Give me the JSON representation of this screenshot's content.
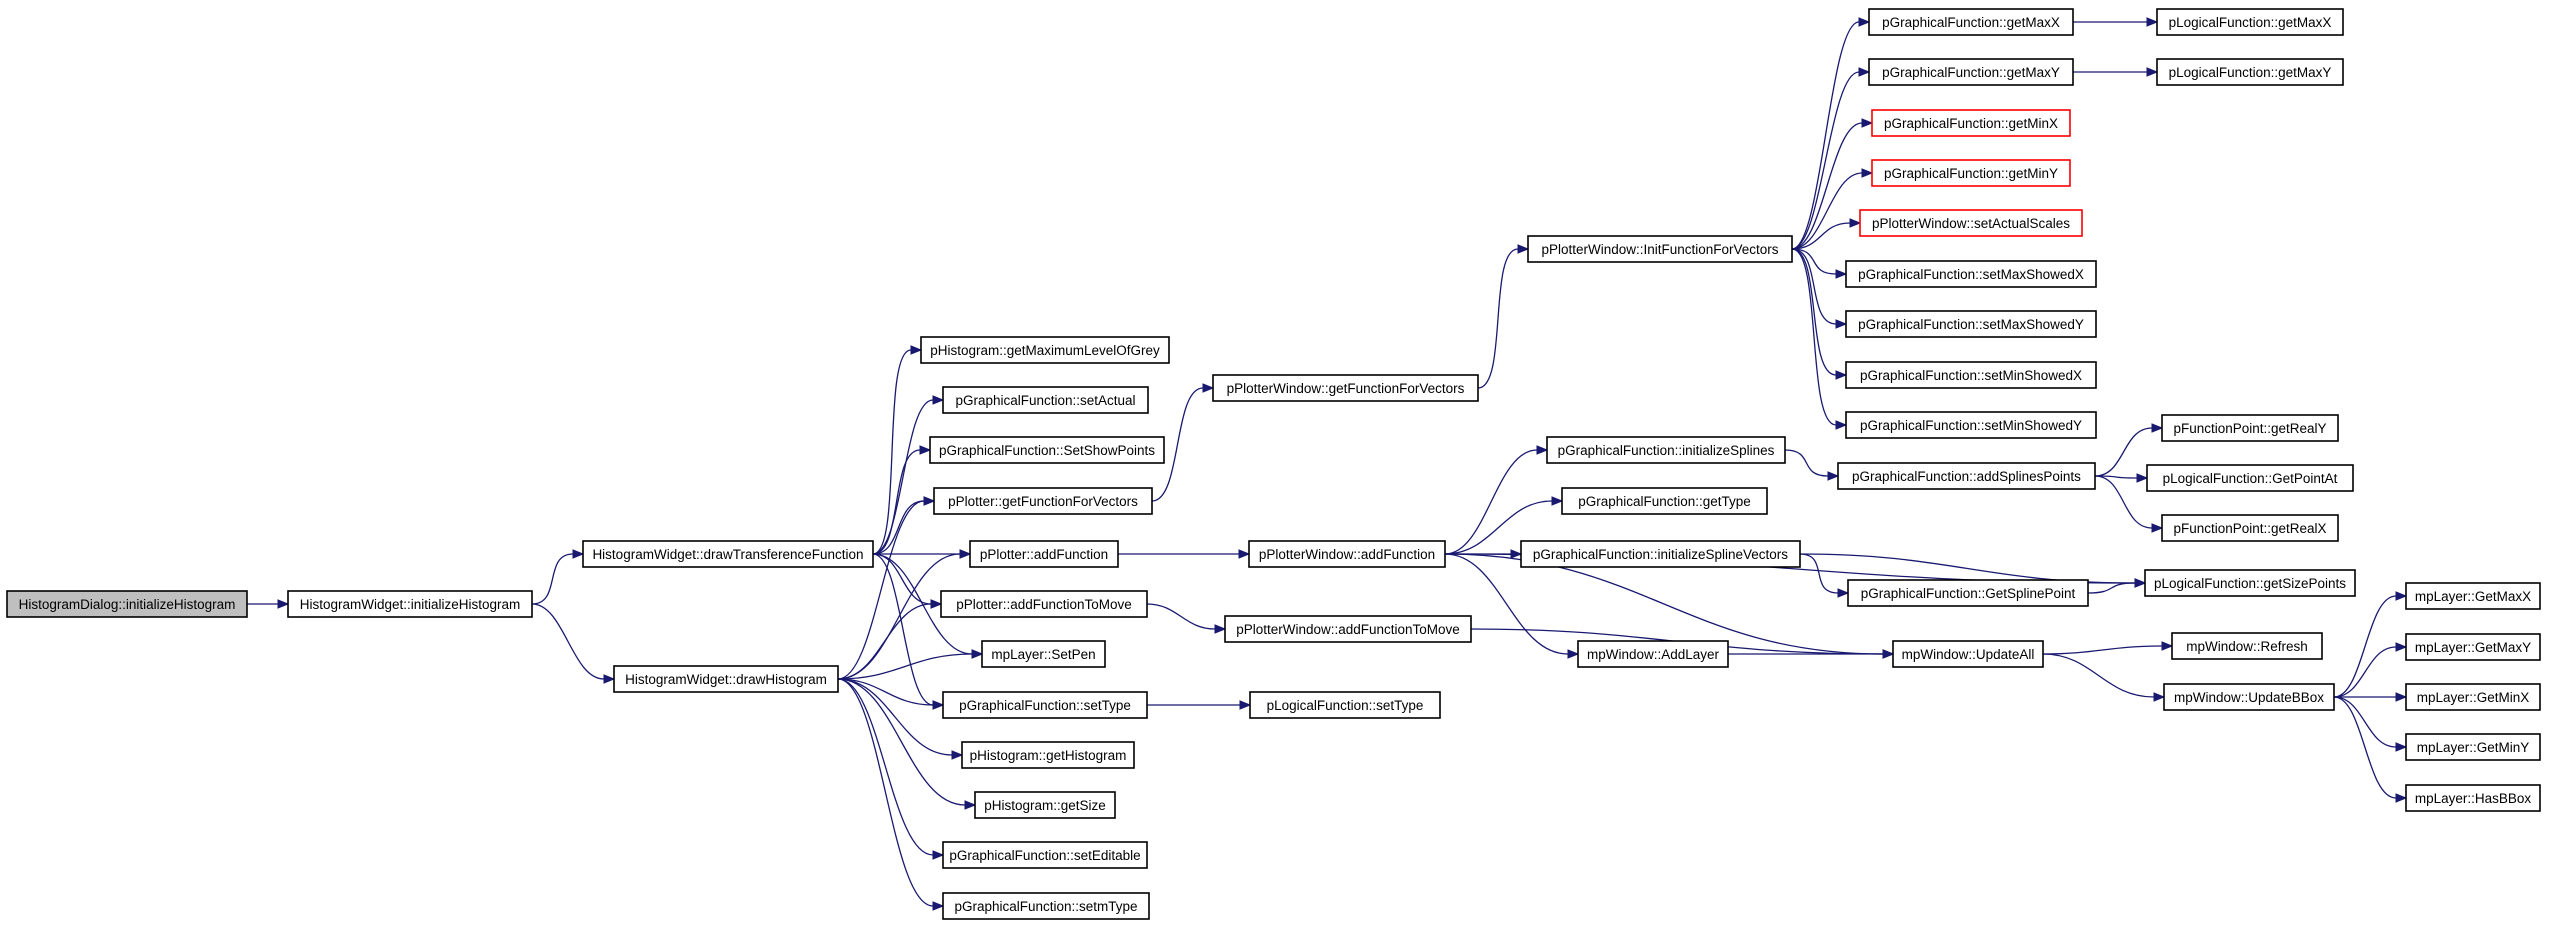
{
  "colors": {
    "edge": "#191970",
    "node_border": "#000000",
    "truncated_border": "#ff0000",
    "root_fill": "#bfbfbf",
    "node_fill": "#ffffff"
  },
  "nodes": [
    {
      "id": "n0",
      "label": "HistogramDialog::initializeHistogram",
      "style": "root"
    },
    {
      "id": "n1",
      "label": "HistogramWidget::initializeHistogram"
    },
    {
      "id": "n2",
      "label": "HistogramWidget::drawTransferenceFunction"
    },
    {
      "id": "n3",
      "label": "HistogramWidget::drawHistogram"
    },
    {
      "id": "n4",
      "label": "pHistogram::getMaximumLevelOfGrey"
    },
    {
      "id": "n5",
      "label": "pGraphicalFunction::setActual"
    },
    {
      "id": "n6",
      "label": "pGraphicalFunction::SetShowPoints"
    },
    {
      "id": "n7",
      "label": "pPlotter::getFunctionForVectors"
    },
    {
      "id": "n8",
      "label": "pPlotter::addFunction"
    },
    {
      "id": "n9",
      "label": "pPlotter::addFunctionToMove"
    },
    {
      "id": "n10",
      "label": "mpLayer::SetPen"
    },
    {
      "id": "n11",
      "label": "pGraphicalFunction::setType"
    },
    {
      "id": "n12",
      "label": "pHistogram::getHistogram"
    },
    {
      "id": "n13",
      "label": "pHistogram::getSize"
    },
    {
      "id": "n14",
      "label": "pGraphicalFunction::setEditable"
    },
    {
      "id": "n15",
      "label": "pGraphicalFunction::setmType"
    },
    {
      "id": "n16",
      "label": "pPlotterWindow::getFunctionForVectors"
    },
    {
      "id": "n17",
      "label": "pPlotterWindow::addFunction"
    },
    {
      "id": "n18",
      "label": "pPlotterWindow::addFunctionToMove"
    },
    {
      "id": "n19",
      "label": "pLogicalFunction::setType"
    },
    {
      "id": "n20",
      "label": "pPlotterWindow::InitFunctionForVectors"
    },
    {
      "id": "n21",
      "label": "pGraphicalFunction::initializeSplines"
    },
    {
      "id": "n22",
      "label": "pGraphicalFunction::getType"
    },
    {
      "id": "n23",
      "label": "pGraphicalFunction::initializeSplineVectors"
    },
    {
      "id": "n24",
      "label": "mpWindow::AddLayer"
    },
    {
      "id": "n25",
      "label": "pGraphicalFunction::getMaxX"
    },
    {
      "id": "n26",
      "label": "pGraphicalFunction::getMaxY"
    },
    {
      "id": "n27",
      "label": "pGraphicalFunction::getMinX",
      "style": "truncated"
    },
    {
      "id": "n28",
      "label": "pGraphicalFunction::getMinY",
      "style": "truncated"
    },
    {
      "id": "n29",
      "label": "pPlotterWindow::setActualScales",
      "style": "truncated"
    },
    {
      "id": "n30",
      "label": "pGraphicalFunction::setMaxShowedX"
    },
    {
      "id": "n31",
      "label": "pGraphicalFunction::setMaxShowedY"
    },
    {
      "id": "n32",
      "label": "pGraphicalFunction::setMinShowedX"
    },
    {
      "id": "n33",
      "label": "pGraphicalFunction::setMinShowedY"
    },
    {
      "id": "n34",
      "label": "pGraphicalFunction::addSplinesPoints"
    },
    {
      "id": "n35",
      "label": "pGraphicalFunction::GetSplinePoint"
    },
    {
      "id": "n36",
      "label": "mpWindow::UpdateAll"
    },
    {
      "id": "n37",
      "label": "pLogicalFunction::getMaxX"
    },
    {
      "id": "n38",
      "label": "pLogicalFunction::getMaxY"
    },
    {
      "id": "n39",
      "label": "pFunctionPoint::getRealY"
    },
    {
      "id": "n40",
      "label": "pLogicalFunction::GetPointAt"
    },
    {
      "id": "n41",
      "label": "pFunctionPoint::getRealX"
    },
    {
      "id": "n42",
      "label": "pLogicalFunction::getSizePoints"
    },
    {
      "id": "n43",
      "label": "mpWindow::Refresh"
    },
    {
      "id": "n44",
      "label": "mpWindow::UpdateBBox"
    },
    {
      "id": "n45",
      "label": "mpLayer::GetMaxX"
    },
    {
      "id": "n46",
      "label": "mpLayer::GetMaxY"
    },
    {
      "id": "n47",
      "label": "mpLayer::GetMinX"
    },
    {
      "id": "n48",
      "label": "mpLayer::GetMinY"
    },
    {
      "id": "n49",
      "label": "mpLayer::HasBBox"
    }
  ],
  "edges": [
    [
      "n0",
      "n1"
    ],
    [
      "n1",
      "n2"
    ],
    [
      "n1",
      "n3"
    ],
    [
      "n2",
      "n4"
    ],
    [
      "n2",
      "n5"
    ],
    [
      "n2",
      "n6"
    ],
    [
      "n2",
      "n7"
    ],
    [
      "n2",
      "n8"
    ],
    [
      "n2",
      "n9"
    ],
    [
      "n2",
      "n10"
    ],
    [
      "n2",
      "n11"
    ],
    [
      "n3",
      "n7"
    ],
    [
      "n3",
      "n8"
    ],
    [
      "n3",
      "n9"
    ],
    [
      "n3",
      "n10"
    ],
    [
      "n3",
      "n11"
    ],
    [
      "n3",
      "n12"
    ],
    [
      "n3",
      "n13"
    ],
    [
      "n3",
      "n14"
    ],
    [
      "n3",
      "n15"
    ],
    [
      "n7",
      "n16"
    ],
    [
      "n8",
      "n17"
    ],
    [
      "n9",
      "n18"
    ],
    [
      "n11",
      "n19"
    ],
    [
      "n16",
      "n20"
    ],
    [
      "n17",
      "n21"
    ],
    [
      "n17",
      "n22"
    ],
    [
      "n17",
      "n23"
    ],
    [
      "n17",
      "n24"
    ],
    [
      "n17",
      "n36"
    ],
    [
      "n17",
      "n42"
    ],
    [
      "n18",
      "n36"
    ],
    [
      "n20",
      "n25"
    ],
    [
      "n20",
      "n26"
    ],
    [
      "n20",
      "n27"
    ],
    [
      "n20",
      "n28"
    ],
    [
      "n20",
      "n29"
    ],
    [
      "n20",
      "n30"
    ],
    [
      "n20",
      "n31"
    ],
    [
      "n20",
      "n32"
    ],
    [
      "n20",
      "n33"
    ],
    [
      "n21",
      "n34"
    ],
    [
      "n23",
      "n35"
    ],
    [
      "n23",
      "n42"
    ],
    [
      "n24",
      "n36"
    ],
    [
      "n25",
      "n37"
    ],
    [
      "n26",
      "n38"
    ],
    [
      "n34",
      "n39"
    ],
    [
      "n34",
      "n40"
    ],
    [
      "n34",
      "n41"
    ],
    [
      "n35",
      "n42"
    ],
    [
      "n36",
      "n43"
    ],
    [
      "n36",
      "n44"
    ],
    [
      "n44",
      "n45"
    ],
    [
      "n44",
      "n46"
    ],
    [
      "n44",
      "n47"
    ],
    [
      "n44",
      "n48"
    ],
    [
      "n44",
      "n49"
    ]
  ]
}
